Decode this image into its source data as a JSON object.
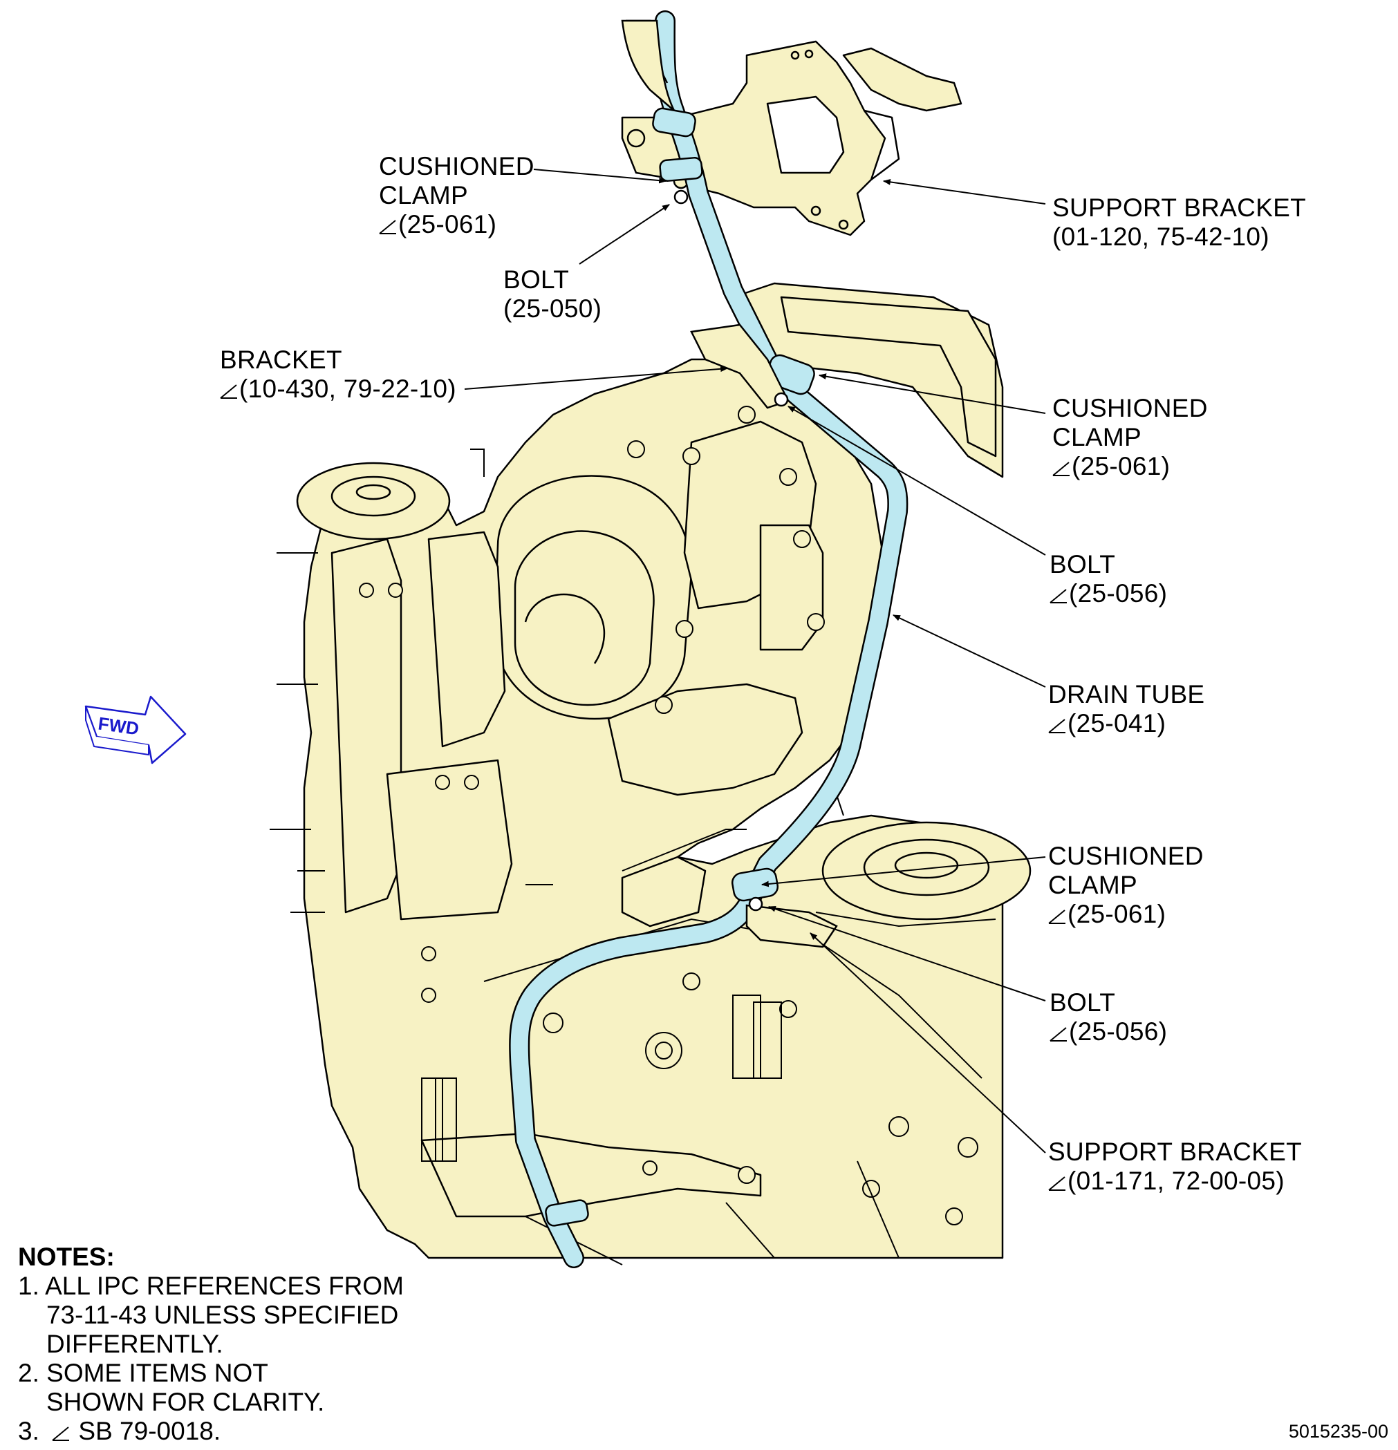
{
  "callouts": [
    {
      "id": "cushioned-clamp-top",
      "lines": [
        "CUSHIONED",
        "CLAMP"
      ],
      "ref": "(25-061)",
      "ref_marked": true
    },
    {
      "id": "bolt-top",
      "lines": [
        "BOLT"
      ],
      "ref": "(25-050)",
      "ref_marked": false
    },
    {
      "id": "support-bracket-top",
      "lines": [
        "SUPPORT BRACKET"
      ],
      "ref": "(01-120, 75-42-10)",
      "ref_marked": false
    },
    {
      "id": "bracket",
      "lines": [
        "BRACKET"
      ],
      "ref": "(10-430, 79-22-10)",
      "ref_marked": true
    },
    {
      "id": "cushioned-clamp-mid",
      "lines": [
        "CUSHIONED",
        "CLAMP"
      ],
      "ref": "(25-061)",
      "ref_marked": true
    },
    {
      "id": "bolt-mid",
      "lines": [
        "BOLT"
      ],
      "ref": "(25-056)",
      "ref_marked": true
    },
    {
      "id": "drain-tube",
      "lines": [
        "DRAIN TUBE"
      ],
      "ref": "(25-041)",
      "ref_marked": true
    },
    {
      "id": "cushioned-clamp-low",
      "lines": [
        "CUSHIONED",
        "CLAMP"
      ],
      "ref": "(25-061)",
      "ref_marked": true
    },
    {
      "id": "bolt-low",
      "lines": [
        "BOLT"
      ],
      "ref": "(25-056)",
      "ref_marked": true
    },
    {
      "id": "support-bracket-low",
      "lines": [
        "SUPPORT BRACKET"
      ],
      "ref": "(01-171, 72-00-05)",
      "ref_marked": true
    }
  ],
  "fwd_label": "FWD",
  "notes": {
    "heading": "NOTES:",
    "items": [
      {
        "num": "1.",
        "lines": [
          "ALL IPC REFERENCES FROM",
          "73-11-43 UNLESS SPECIFIED",
          "DIFFERENTLY."
        ]
      },
      {
        "num": "2.",
        "lines": [
          "SOME ITEMS NOT",
          "SHOWN FOR CLARITY."
        ]
      },
      {
        "num": "3.",
        "lines": [
          "SB 79-0018."
        ],
        "marked": true
      }
    ]
  },
  "figure_number": "5015235-00",
  "colors": {
    "engine_fill": "#f7f2c4",
    "drain_tube": "#bde8f1",
    "outline": "#000000",
    "fwd_arrow": "#1a1acc"
  }
}
